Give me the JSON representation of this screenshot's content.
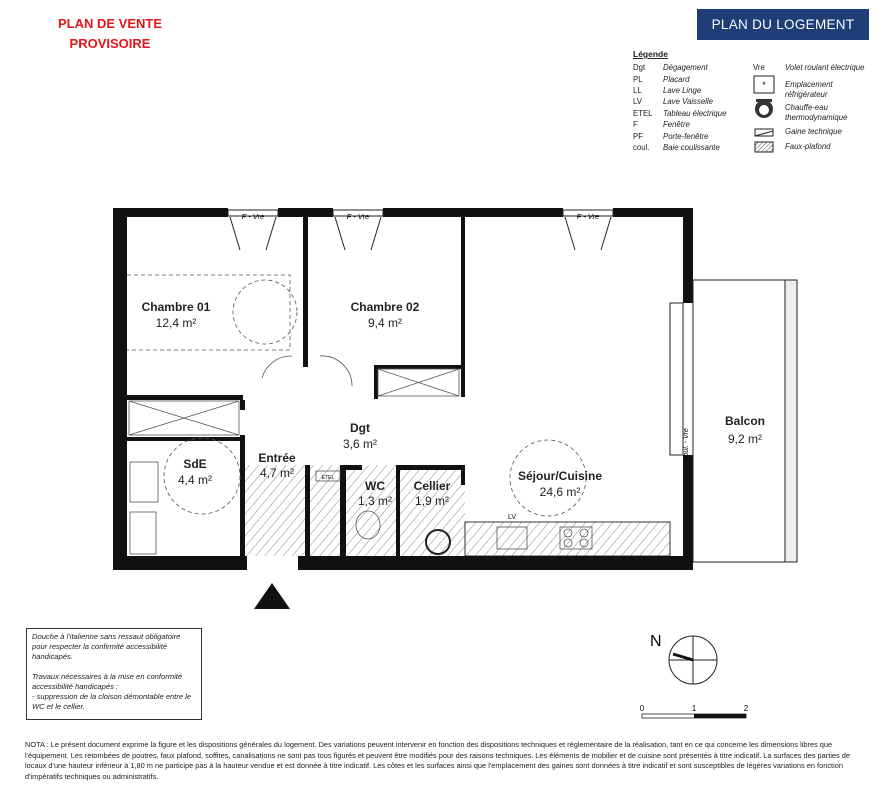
{
  "header": {
    "status_line1": "PLAN DE VENTE",
    "status_line2": "PROVISOIRE",
    "plan_title": "PLAN DU LOGEMENT"
  },
  "legend": {
    "title": "Légende",
    "abbreviations": [
      {
        "code": "Dgt",
        "label": "Dégagement"
      },
      {
        "code": "PL",
        "label": "Placard"
      },
      {
        "code": "LL",
        "label": "Lave Linge"
      },
      {
        "code": "LV",
        "label": "Lave Vaisselle"
      },
      {
        "code": "ETEL",
        "label": "Tableau électrique"
      },
      {
        "code": "F",
        "label": "Fenêtre"
      },
      {
        "code": "PF",
        "label": "Porte-fenêtre"
      },
      {
        "code": "coul.",
        "label": "Baie coulissante"
      }
    ],
    "symbols": [
      {
        "code": "Vre",
        "label": "Volet roulant électrique"
      },
      {
        "icon": "fridge-icon",
        "label1": "Emplacement",
        "label2": "réfrigérateur"
      },
      {
        "icon": "water-heater-icon",
        "label1": "Chauffe-eau",
        "label2": "thermodynamique"
      },
      {
        "icon": "technical-duct-icon",
        "label": "Gaine technique"
      },
      {
        "icon": "false-ceiling-icon",
        "label": "Faux-plafond"
      }
    ]
  },
  "rooms": [
    {
      "name": "Chambre 01",
      "area": "12,4 m²"
    },
    {
      "name": "Chambre 02",
      "area": "9,4 m²"
    },
    {
      "name": "Dgt",
      "area": "3,6 m²"
    },
    {
      "name": "SdE",
      "area": "4,4 m²"
    },
    {
      "name": "Entrée",
      "area": "4,7 m²"
    },
    {
      "name": "WC",
      "area": "1,3 m²"
    },
    {
      "name": "Cellier",
      "area": "1,9 m²"
    },
    {
      "name": "Séjour/Cuisine",
      "area": "24,6 m²"
    },
    {
      "name": "Balcon",
      "area": "9,2 m²"
    }
  ],
  "plan_labels": {
    "window": "F - Vre",
    "sliding": "coul. - Vre",
    "etel": "ETEL",
    "lv": "LV"
  },
  "compass": {
    "north": "N"
  },
  "scale": {
    "ticks": [
      "0",
      "1",
      "2"
    ]
  },
  "note_box": {
    "p1": "Douche à l'italienne sans ressaut obligatoire pour respecter la confirmité accessibilité handicapés.",
    "p2": "Travaux nécessaires à la mise en conformité accessibilité handicapés :",
    "p3": "- suppression de la cloison démontable entre le WC et le cellier."
  },
  "nota": "NOTA : Le présent document exprime la figure et les dispositions générales du logement. Des variations peuvent intervenir en fonction des dispositions techniques et réglementaire de la réalisation, tant en ce qui concerne les dimensions libres que l'équipement. Les retombées de poutres, faux plafond, soffites, canalisations ne sont pas tous figurés et peuvent être modifiés pour des raisons techniques. Les éléments de mobilier et de cuisine sont présentés à titre indicatif. La surfaces des parties de locaux d'une hauteur inférieur à 1,80 m ne participe pas à la hauteur vendue et est donnée à titre indicatif. Les côtes et les surfaces ainsi que l'emplacement des gaines sont données à titre indicatif et sont susceptibles de légères variations en fonction d'impératifs techniques ou administratifs.",
  "colors": {
    "red": "#e3161b",
    "blue": "#1f3e78"
  }
}
